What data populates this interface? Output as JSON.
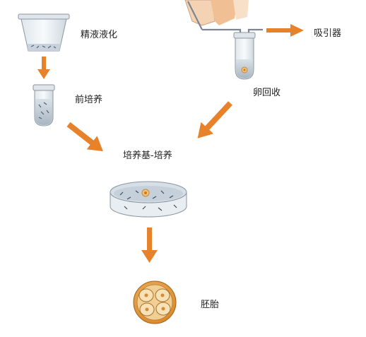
{
  "labels": {
    "semen_liquefaction": "精液液化",
    "pre_culture": "前培养",
    "aspirator": "吸引器",
    "egg_retrieval": "卵回收",
    "culture_medium": "培养基-培养",
    "embryo": "胚胎"
  },
  "colors": {
    "arrow": "#e8822a",
    "skin": "#f2c8a2",
    "skin_light": "#f9e2cc",
    "glass": "#e7edf2",
    "glass_stroke": "#8c96a0",
    "liquid": "#c7d2dc",
    "embryo_outer": "#e9a24a",
    "embryo_cell": "#f6dcae"
  }
}
